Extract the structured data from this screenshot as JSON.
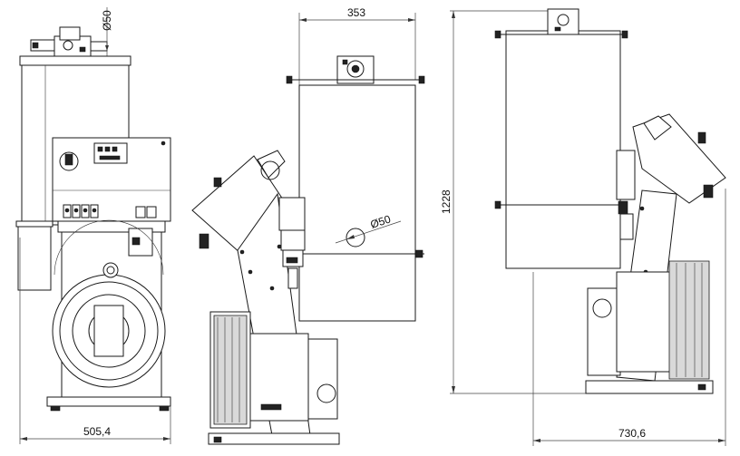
{
  "dimensions": {
    "front_width": "505,4",
    "front_pipe_diameter": "Ø50",
    "side_tank_width": "353",
    "side_inlet_diameter": "Ø50",
    "rear_height": "1228",
    "rear_depth": "730,6"
  },
  "colors": {
    "line": "#1a1a1a",
    "panel": "#ffffff",
    "dark_part": "#222222"
  }
}
